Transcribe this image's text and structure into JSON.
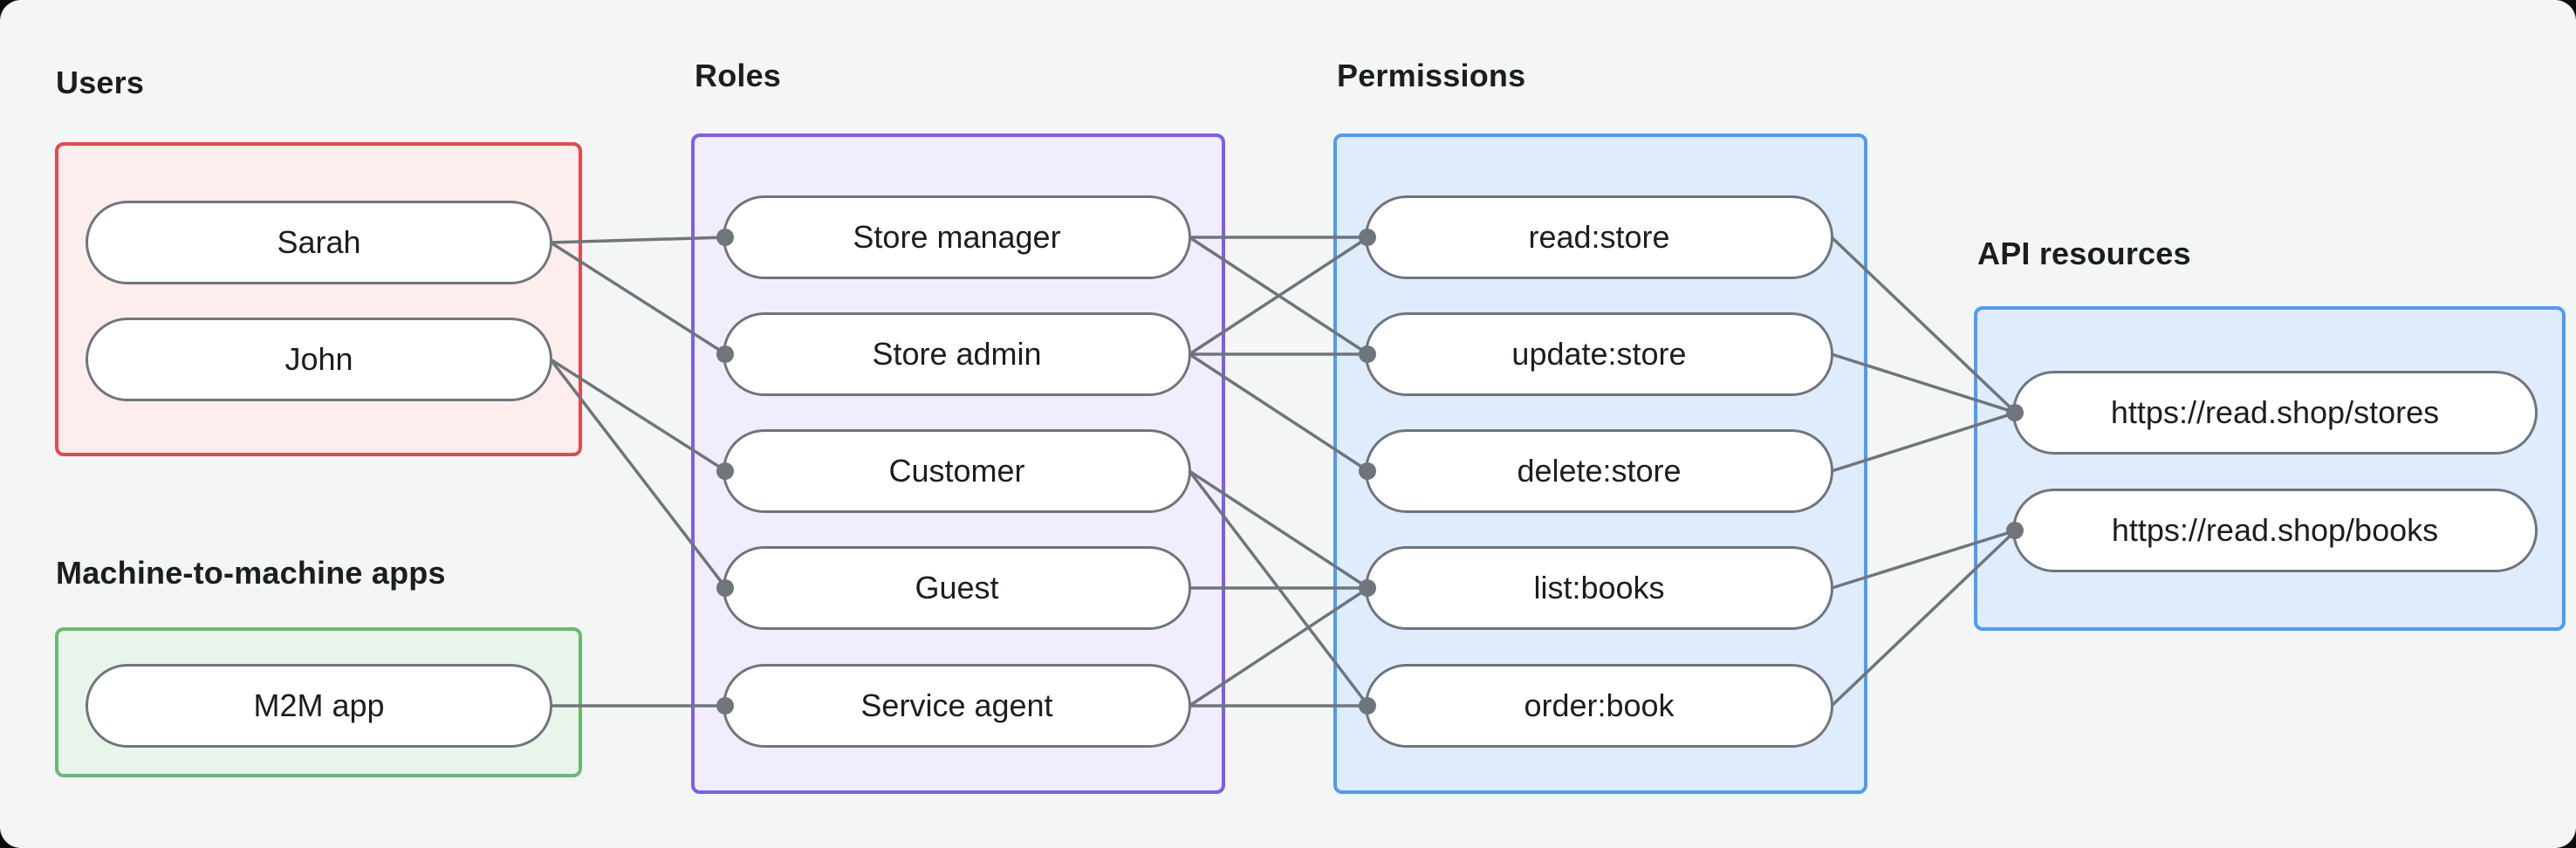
{
  "page": {
    "background": "#f4f6f5",
    "outer_background": "#0c0d0d"
  },
  "groups": [
    {
      "id": "users",
      "label": "Users",
      "border_color": "#e5484d",
      "fill_color": "#fdeeed",
      "items": [
        {
          "id": "sarah",
          "label": "Sarah"
        },
        {
          "id": "john",
          "label": "John"
        }
      ]
    },
    {
      "id": "m2m",
      "label": "Machine-to-machine apps",
      "border_color": "#69ba6e",
      "fill_color": "#e9f5ea",
      "items": [
        {
          "id": "m2m-app",
          "label": "M2M app"
        }
      ]
    },
    {
      "id": "roles",
      "label": "Roles",
      "border_color": "#7c5cf6",
      "fill_color": "#f2edfc",
      "items": [
        {
          "id": "store-manager",
          "label": "Store manager"
        },
        {
          "id": "store-admin",
          "label": "Store admin"
        },
        {
          "id": "customer",
          "label": "Customer"
        },
        {
          "id": "guest",
          "label": "Guest"
        },
        {
          "id": "service-agent",
          "label": "Service agent"
        }
      ]
    },
    {
      "id": "permissions",
      "label": "Permissions",
      "border_color": "#4d9bf8",
      "fill_color": "#dfecfb",
      "items": [
        {
          "id": "read-store",
          "label": "read:store"
        },
        {
          "id": "update-store",
          "label": "update:store"
        },
        {
          "id": "delete-store",
          "label": "delete:store"
        },
        {
          "id": "list-books",
          "label": "list:books"
        },
        {
          "id": "order-book",
          "label": "order:book"
        }
      ]
    },
    {
      "id": "api-resources",
      "label": "API resources",
      "border_color": "#4d9bf8",
      "fill_color": "#dfecfb",
      "items": [
        {
          "id": "stores-api",
          "label": "https://read.shop/stores"
        },
        {
          "id": "books-api",
          "label": "https://read.shop/books"
        }
      ]
    }
  ],
  "connections": [
    [
      "sarah",
      "store-manager"
    ],
    [
      "sarah",
      "store-admin"
    ],
    [
      "john",
      "customer"
    ],
    [
      "john",
      "guest"
    ],
    [
      "m2m-app",
      "service-agent"
    ],
    [
      "store-manager",
      "read-store"
    ],
    [
      "store-manager",
      "update-store"
    ],
    [
      "store-admin",
      "read-store"
    ],
    [
      "store-admin",
      "update-store"
    ],
    [
      "store-admin",
      "delete-store"
    ],
    [
      "customer",
      "list-books"
    ],
    [
      "customer",
      "order-book"
    ],
    [
      "guest",
      "list-books"
    ],
    [
      "service-agent",
      "list-books"
    ],
    [
      "service-agent",
      "order-book"
    ],
    [
      "read-store",
      "stores-api"
    ],
    [
      "update-store",
      "stores-api"
    ],
    [
      "delete-store",
      "stores-api"
    ],
    [
      "list-books",
      "books-api"
    ],
    [
      "order-book",
      "books-api"
    ]
  ],
  "styles": {
    "pill_fill": "#ffffff",
    "pill_border_color": "#6f757a",
    "connector_color": "#6f757a",
    "dot_color": "#6f757a",
    "text_color": "#1b1e20"
  }
}
